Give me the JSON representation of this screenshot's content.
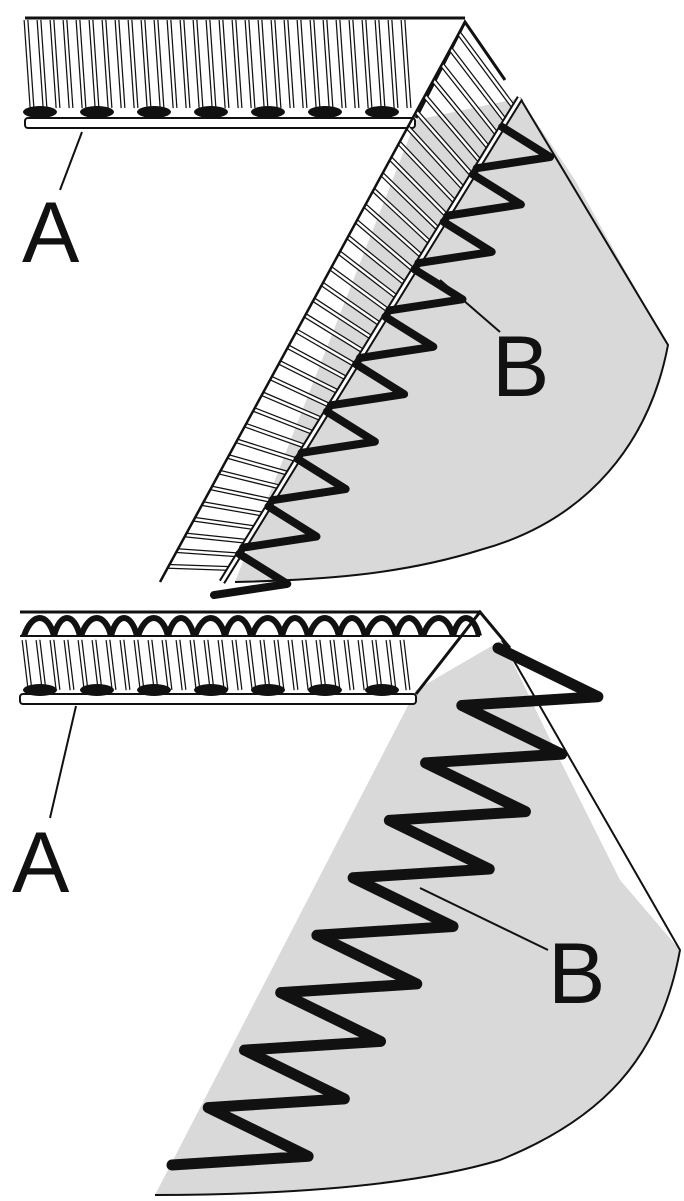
{
  "figure_top": {
    "label_a": "A",
    "label_b": "B"
  },
  "figure_bottom": {
    "label_a": "A",
    "label_b": "B"
  },
  "colors": {
    "ink": "#111111",
    "fabric": "#d9d9d9",
    "thread_white": "#ffffff"
  }
}
